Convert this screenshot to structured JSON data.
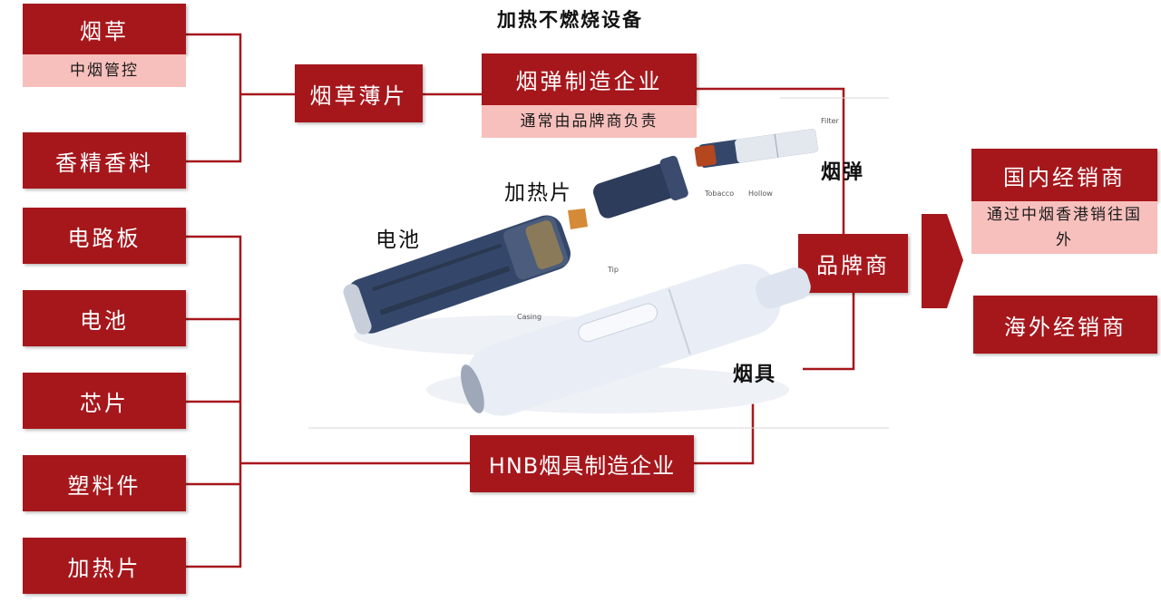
{
  "title": "加热不燃烧设备",
  "boxes": {
    "tobacco": "烟草",
    "tobacco_sub": "中烟管控",
    "flavor": "香精香料",
    "sheet": "烟草薄片",
    "cartridge_maker": "烟弹制造企业",
    "cartridge_maker_sub": "通常由品牌商负责",
    "circuit": "电路板",
    "battery": "电池",
    "chip": "芯片",
    "plastic": "塑料件",
    "heater": "加热片",
    "hnb_maker": "HNB烟具制造企业",
    "brand": "品牌商",
    "domestic": "国内经销商",
    "domestic_sub": "通过中烟香港销往国外",
    "overseas": "海外经销商"
  },
  "labels": {
    "heater_label": "加热片",
    "battery_label": "电池",
    "cartridge_label": "烟弹",
    "device_label": "烟具"
  },
  "colors": {
    "primary": "#a6171c",
    "sub_fill": "#f7c0bd",
    "device_blue": "#34476b",
    "device_white": "#e9eef6"
  }
}
